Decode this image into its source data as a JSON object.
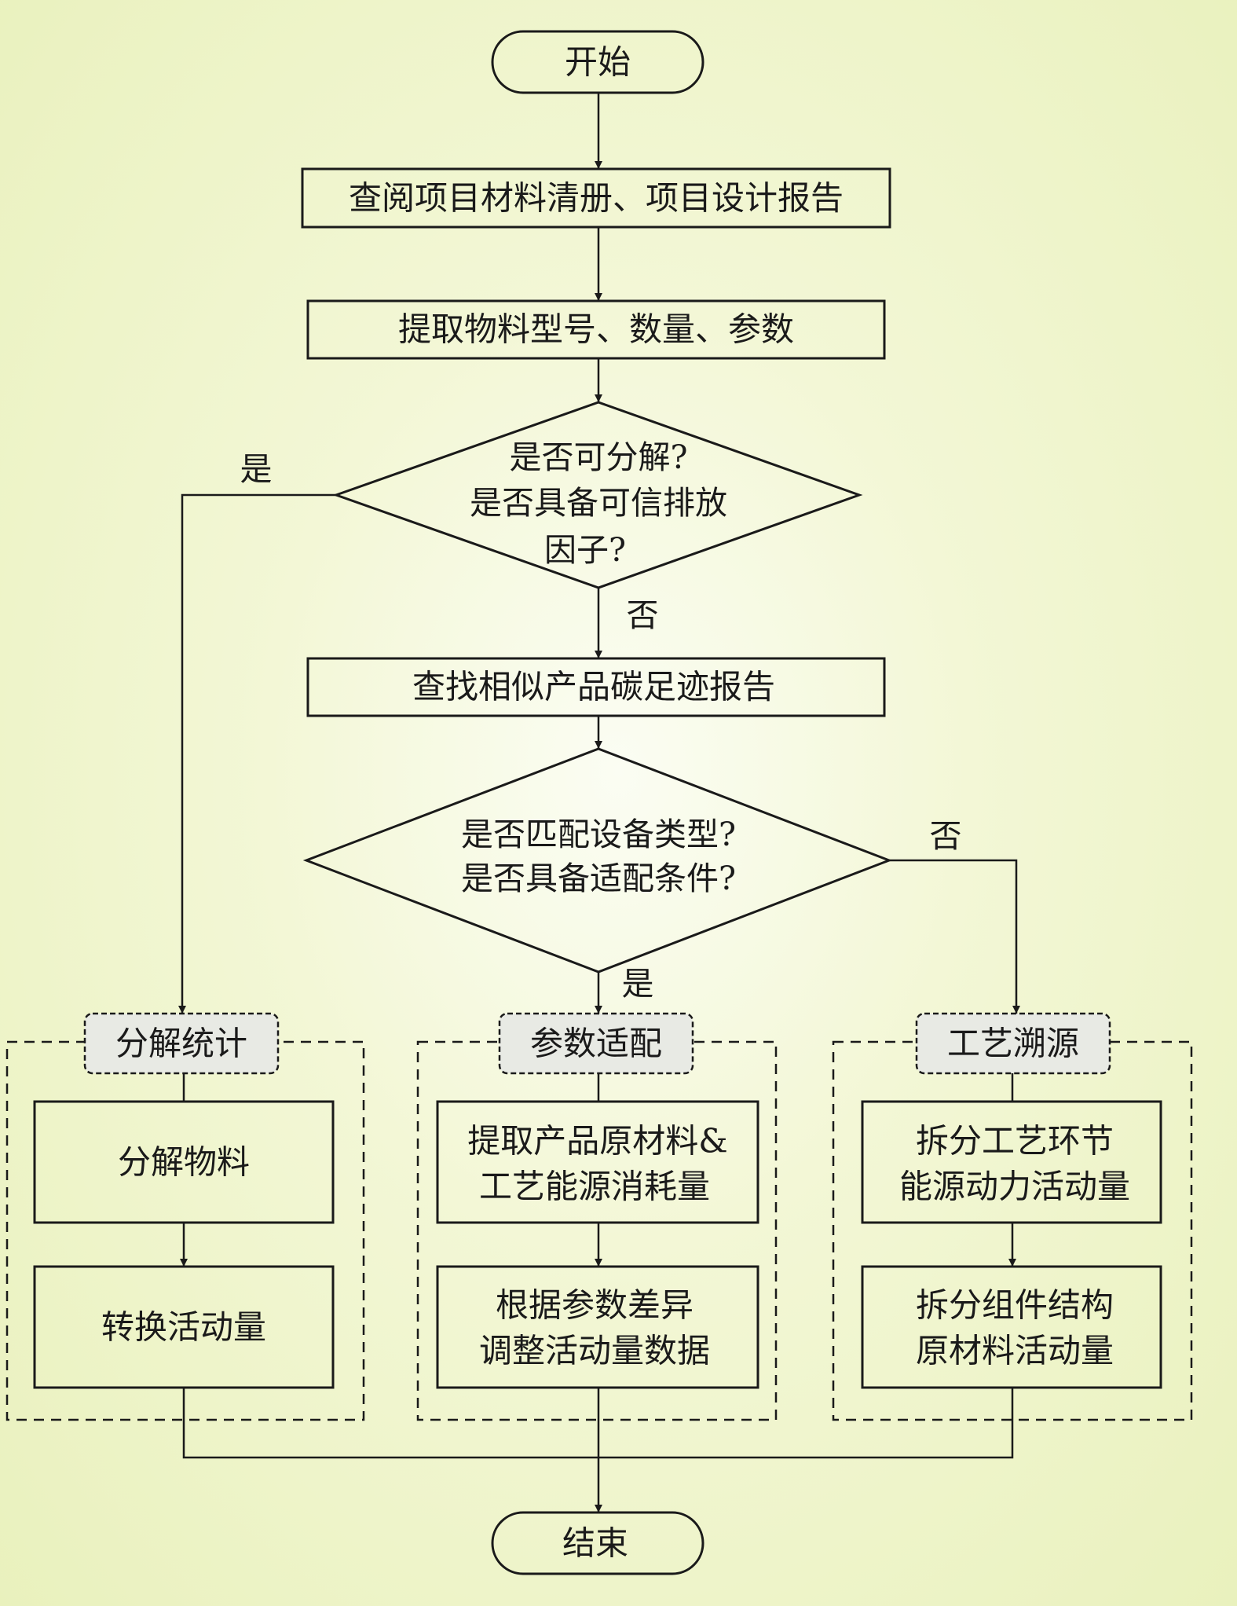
{
  "start": "开始",
  "end": "结束",
  "step_review": "查阅项目材料清册、项目设计报告",
  "step_extract": "提取物料型号、数量、参数",
  "decision1": {
    "line1": "是否可分解?",
    "line2": "是否具备可信排放",
    "line3": "因子?",
    "yes_label": "是",
    "no_label": "否"
  },
  "step_search": "查找相似产品碳足迹报告",
  "decision2": {
    "line1": "是否匹配设备类型?",
    "line2": "是否具备适配条件?",
    "yes_label": "是",
    "no_label": "否"
  },
  "groups": {
    "decompose": {
      "title": "分解统计",
      "box1": [
        "分解物料"
      ],
      "box2": [
        "转换活动量"
      ]
    },
    "adapt": {
      "title": "参数适配",
      "box1": [
        "提取产品原材料&",
        "工艺能源消耗量"
      ],
      "box2": [
        "根据参数差异",
        "调整活动量数据"
      ]
    },
    "trace": {
      "title": "工艺溯源",
      "box1": [
        "拆分工艺环节",
        "能源动力活动量"
      ],
      "box2": [
        "拆分组件结构",
        "原材料活动量"
      ]
    }
  }
}
